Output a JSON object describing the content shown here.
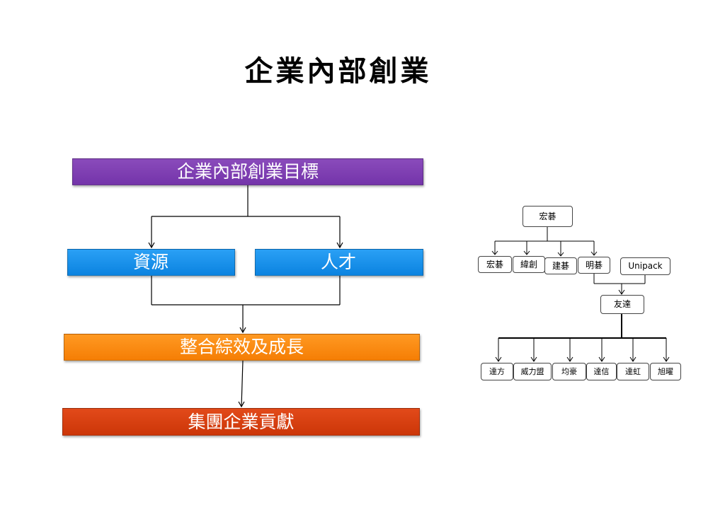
{
  "title": "企業內部創業",
  "flow": {
    "goal": "企業內部創業目標",
    "resources": "資源",
    "talent": "人才",
    "integration": "整合綜效及成長",
    "contribution": "集團企業貢獻"
  },
  "org": {
    "root": "宏碁",
    "level1": [
      "宏碁",
      "緯創",
      "建碁",
      "明碁"
    ],
    "unipack": "Unipack",
    "merged": "友達",
    "level2": [
      "達方",
      "威力盟",
      "均豪",
      "達信",
      "達虹",
      "旭曜"
    ]
  }
}
